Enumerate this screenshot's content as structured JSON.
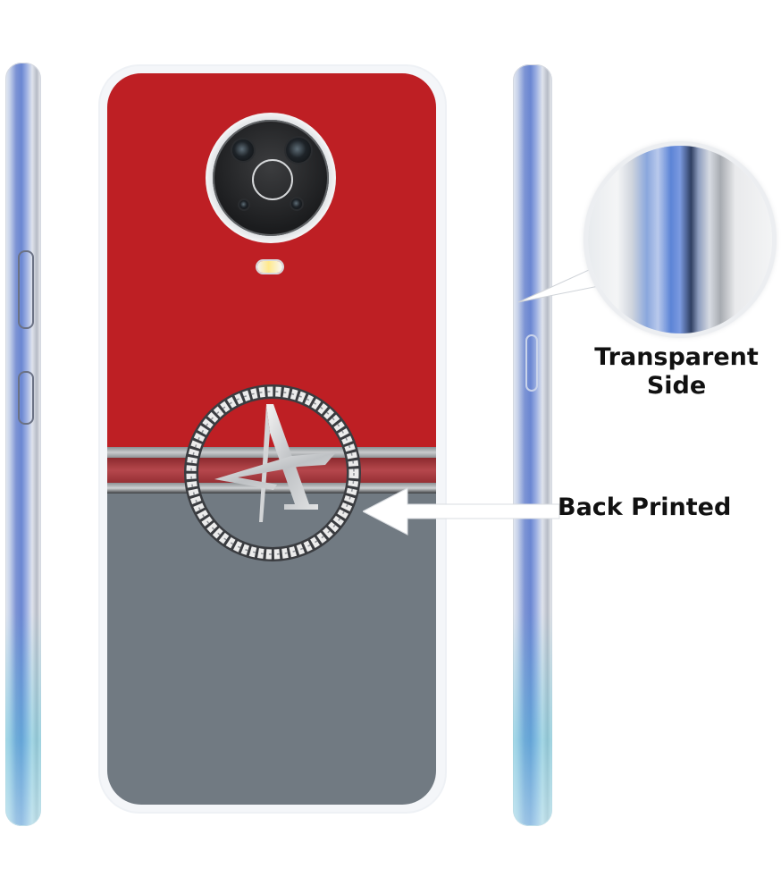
{
  "product": {
    "type": "phone back cover",
    "views": [
      "left-side",
      "back",
      "right-side"
    ],
    "print": {
      "top_color": "#be1f24",
      "bottom_color": "#717a82",
      "band_color": "#b5474c",
      "emblem": "silver letter A inside celtic knot ring"
    },
    "side_color": "#6a86d2"
  },
  "callouts": {
    "transparent_side": {
      "line1": "Transparent",
      "line2": "Side"
    },
    "back_printed": {
      "label": "Back Printed"
    }
  }
}
